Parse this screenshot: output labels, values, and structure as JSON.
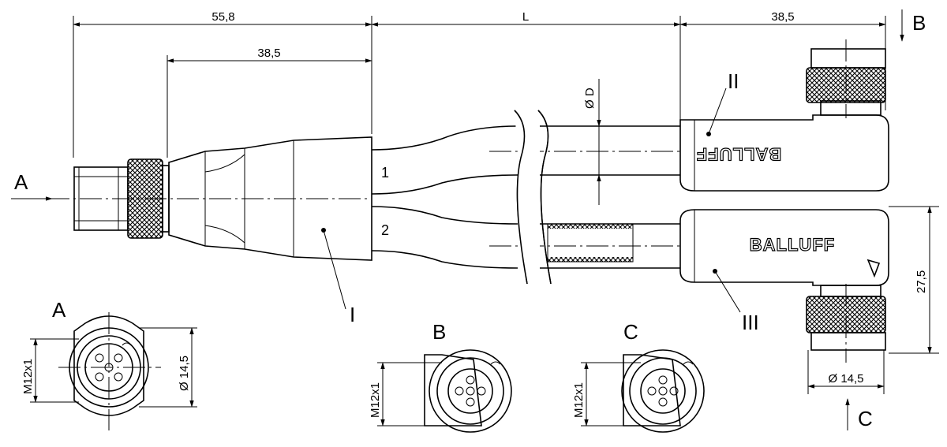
{
  "dimensions": {
    "overall_left": "55,8",
    "inner_left": "38,5",
    "cable_length": "L",
    "right_length": "38,5",
    "diameter_cable": "Ø D",
    "height_right": "27,5",
    "diameter_right": "Ø 14,5",
    "diameter_view_a": "Ø 14,5",
    "thread_a": "M12x1",
    "thread_b": "M12x1",
    "thread_c": "M12x1"
  },
  "views": {
    "arrow_a": "A",
    "arrow_b": "B",
    "arrow_c": "C",
    "label_a": "A",
    "label_b": "B",
    "label_c": "C"
  },
  "parts": {
    "part_1": "I",
    "part_2": "II",
    "part_3": "III",
    "lead_1": "1",
    "lead_2": "2"
  },
  "brand": {
    "logo_upper": "BALLUFF",
    "logo_lower": "BALLUFF"
  }
}
